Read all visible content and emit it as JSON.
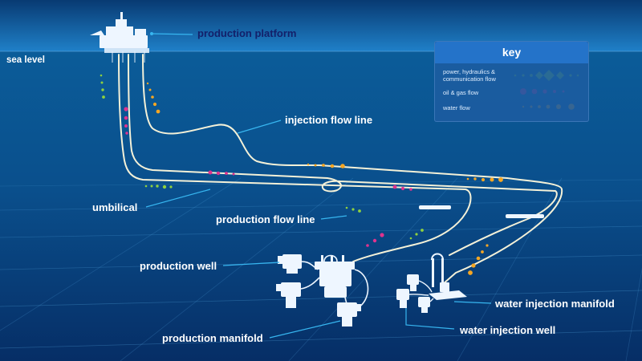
{
  "labels": {
    "production_platform": "production platform",
    "sea_level": "sea level",
    "injection_flow_line": "injection flow line",
    "umbilical": "umbilical",
    "production_flow_line": "production flow line",
    "production_well": "production well",
    "production_manifold": "production manifold",
    "water_injection_manifold": "water injection manifold",
    "water_injection_well": "water injection well"
  },
  "key": {
    "title": "key",
    "items": [
      {
        "label_line1": "power, hydraulics &",
        "label_line2": "communication flow",
        "color": "#8fd13f"
      },
      {
        "label_line1": "oil & gas flow",
        "label_line2": "",
        "color": "#e0338e"
      },
      {
        "label_line1": "water flow",
        "label_line2": "",
        "color": "#f5a623"
      }
    ]
  },
  "colors": {
    "sky_top": "#083a72",
    "sky_bottom": "#1f80c8",
    "sea_top": "#0b5c99",
    "sea_bottom": "#062e66",
    "pipe": "#f4f1d8",
    "equipment": "#eef6ff",
    "dark_label": "#13206a",
    "pointer": "#37b6f0"
  }
}
